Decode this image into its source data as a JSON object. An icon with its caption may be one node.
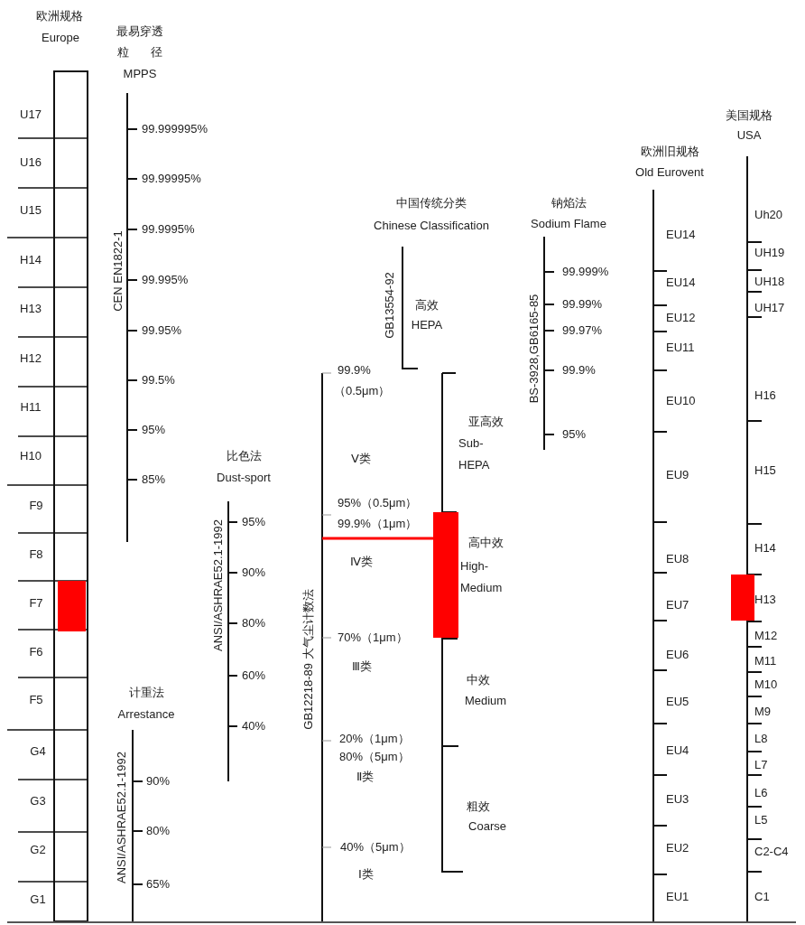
{
  "diagram": {
    "labels": [
      "欧洲规格",
      "Europe",
      "U17",
      "U16",
      "U15",
      "H14",
      "H13",
      "H12",
      "H11",
      "H10",
      "F9",
      "F8",
      "F7",
      "F6",
      "F5",
      "G4",
      "G3",
      "G2",
      "G1",
      "最易穿透",
      "粒 径",
      "MPPS",
      "CEN EN1822-1",
      "99.999995%",
      "99.99995%",
      "99.9995%",
      "99.995%",
      "99.95%",
      "99.5%",
      "95%",
      "85%",
      "比色法",
      "Dust-sport",
      "ANSI/ASHRAE52.1-1992",
      "95%",
      "90%",
      "80%",
      "60%",
      "40%",
      "计重法",
      "Arrestance",
      "ANSI/ASHRAE52.1-1992",
      "90%",
      "80%",
      "65%",
      "中国传统分类",
      "Chinese Classification",
      "GB13554-92",
      "高效",
      "HEPA",
      "GB12218-89 大气尘计数法",
      "99.9%",
      "（0.5μm）",
      "Ⅴ类",
      "95%（0.5μm）",
      "99.9%（1μm）",
      "Ⅳ类",
      "70%（1μm）",
      "Ⅲ类",
      "20%（1μm）",
      "80%（5μm）",
      "Ⅱ类",
      "40%（5μm）",
      "Ⅰ类",
      "亚高效",
      "Sub-HEPA",
      "高中效",
      "High-Medium",
      "中效",
      "Medium",
      "粗效",
      "Coarse",
      "钠焰法",
      "Sodium Flame",
      "BS-3928,GB6165-85",
      "99.999%",
      "99.99%",
      "99.97%",
      "99.9%",
      "95%",
      "欧洲旧规格",
      "Old Eurovent",
      "EU14",
      "EU14",
      "EU12",
      "EU11",
      "EU10",
      "EU9",
      "EU8",
      "EU7",
      "EU6",
      "EU5",
      "EU4",
      "EU3",
      "EU2",
      "EU1",
      "美国规格",
      "USA",
      "Uh20",
      "UH19",
      "UH18",
      "UH17",
      "H16",
      "H15",
      "H14",
      "H13",
      "M12",
      "M11",
      "M10",
      "M9",
      "L8",
      "L7",
      "L6",
      "L5",
      "C2-C4",
      "C1"
    ]
  }
}
